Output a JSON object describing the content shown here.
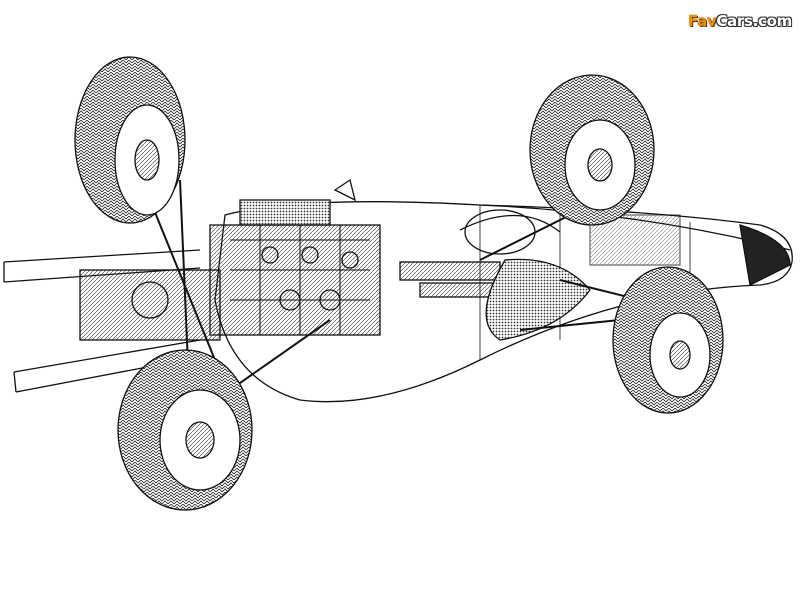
{
  "watermark": {
    "brand_part1": "Fav",
    "brand_part2": "Cars.com"
  },
  "colors": {
    "ink": "#111111",
    "paper": "#ffffff",
    "brand_orange": "#e8900c"
  },
  "illustration": {
    "icon": "racing-car-cutaway-drawing"
  }
}
